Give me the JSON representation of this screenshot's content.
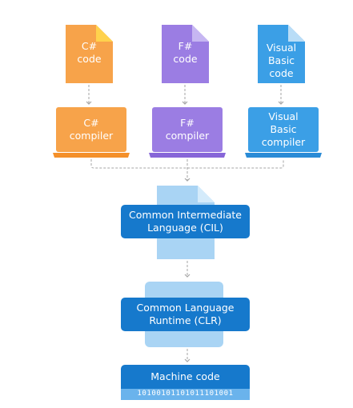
{
  "colors": {
    "csharp": "#f7a34a",
    "fsharp": "#9b7de3",
    "vb": "#3b9fe6",
    "cil_doc": "#a9d4f4",
    "cil_box": "#1679cc",
    "clr_panel": "#a9d4f4",
    "clr_box": "#1679cc",
    "machine": "#1679cc",
    "connector": "#a6a6a6"
  },
  "sources": [
    {
      "doc": "C#\ncode",
      "compiler": "C#\ncompiler"
    },
    {
      "doc": "F#\ncode",
      "compiler": "F#\ncompiler"
    },
    {
      "doc": "Visual\nBasic\ncode",
      "compiler": "Visual\nBasic\ncompiler"
    }
  ],
  "cil": {
    "label": "Common Intermediate\nLanguage (CIL)"
  },
  "clr": {
    "label": "Common Language\nRuntime (CLR)"
  },
  "machine": {
    "label": "Machine code",
    "binary": "10100101101011101001"
  }
}
